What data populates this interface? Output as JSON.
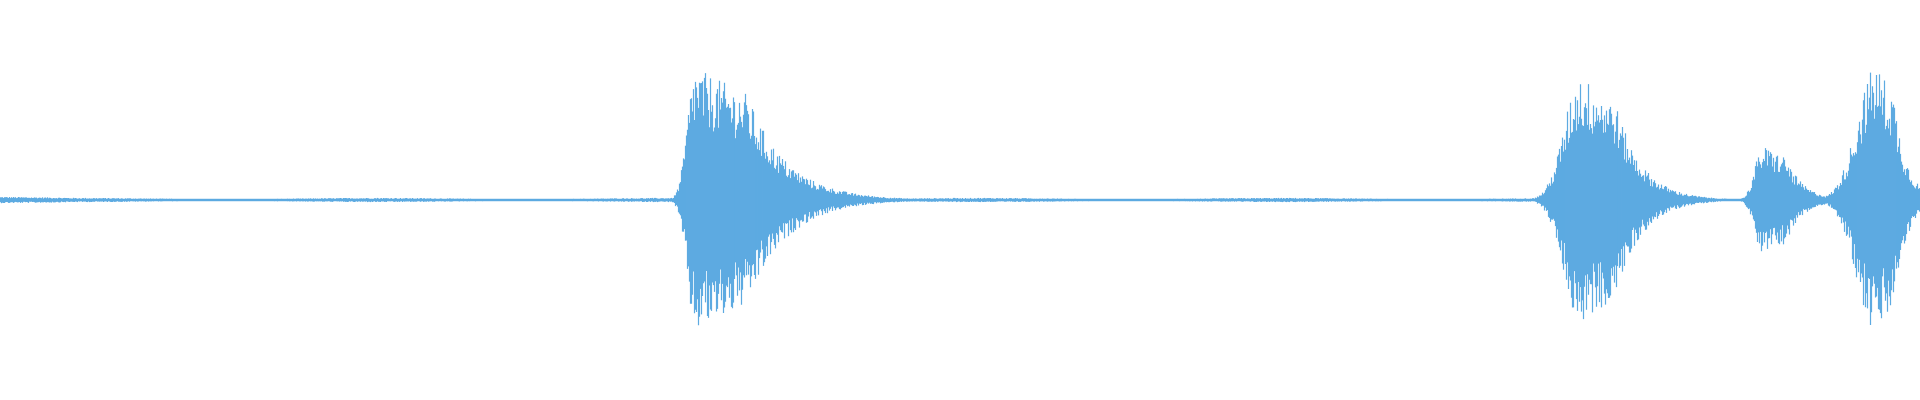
{
  "waveform": {
    "color": "#5DAAE1",
    "background": "#FFFFFF",
    "baseline_level": 0.012,
    "bursts": [
      {
        "center": 0.362,
        "peak": 0.98,
        "attack": 0.006,
        "decay": 0.045
      },
      {
        "center": 0.823,
        "peak": 0.92,
        "attack": 0.012,
        "decay": 0.03
      },
      {
        "center": 0.918,
        "peak": 0.4,
        "attack": 0.006,
        "decay": 0.02
      },
      {
        "center": 0.977,
        "peak": 1.0,
        "attack": 0.014,
        "decay": 0.015
      }
    ]
  }
}
